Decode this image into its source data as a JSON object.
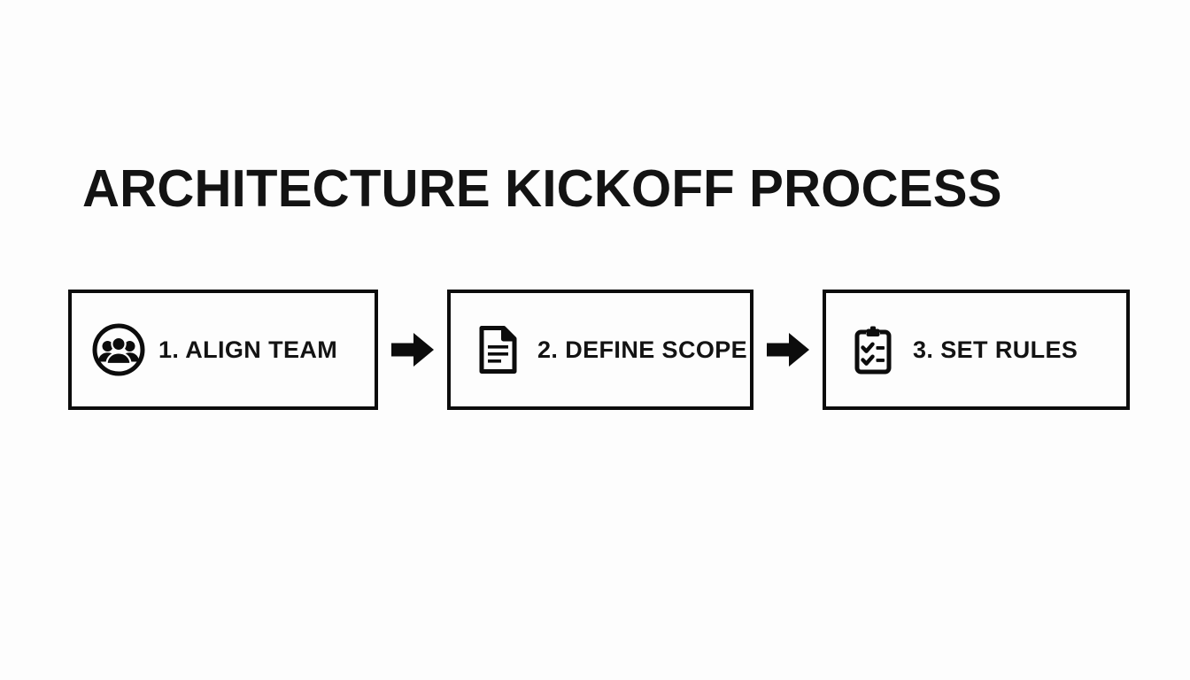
{
  "slide": {
    "title": "ARCHITECTURE KICKOFF PROCESS",
    "background_color": "#fdfdfd",
    "ink_color": "#0c0c0c"
  },
  "flow": {
    "steps": [
      {
        "label": "1. ALIGN TEAM",
        "icon": "people-group-circle-icon"
      },
      {
        "label": "2. DEFINE SCOPE",
        "icon": "document-lines-icon"
      },
      {
        "label": "3. SET RULES",
        "icon": "clipboard-checklist-icon"
      }
    ],
    "connectors": [
      {
        "icon": "arrow-right-icon"
      },
      {
        "icon": "arrow-right-icon"
      }
    ]
  }
}
